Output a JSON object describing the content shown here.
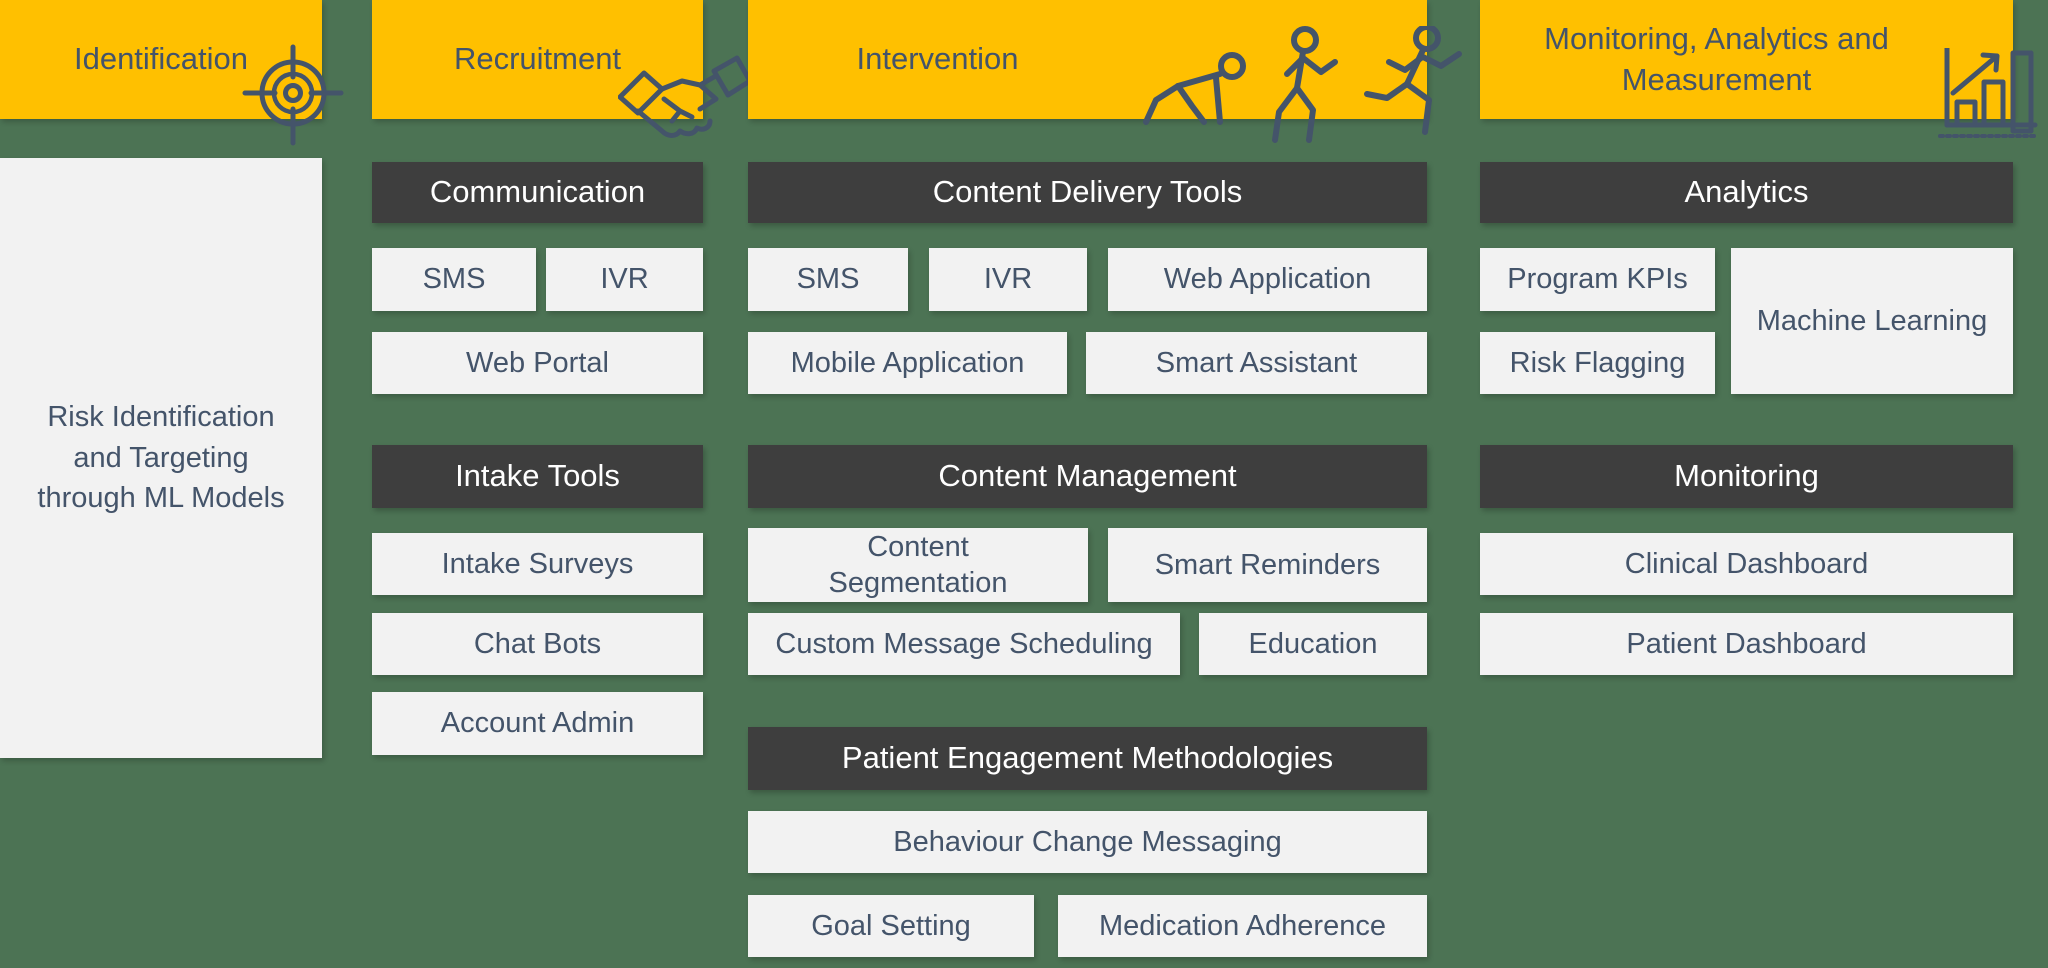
{
  "palette": {
    "background": "#4C7354",
    "phase_header_fill": "#FFC000",
    "section_header_fill": "#3E3E3E",
    "item_fill": "#F2F2F2",
    "phase_text": "#44546A",
    "item_text": "#44546A",
    "section_text": "#FFFFFF",
    "icon_stroke": "#44546A"
  },
  "diagram": {
    "identification": {
      "title": "Identification",
      "icon": "target-icon",
      "risk_box": "Risk Identification\nand Targeting\nthrough ML Models"
    },
    "recruitment": {
      "title": "Recruitment",
      "icon": "handshake-icon",
      "communication": {
        "title": "Communication",
        "sms": "SMS",
        "ivr": "IVR",
        "web_portal": "Web Portal"
      },
      "intake_tools": {
        "title": "Intake Tools",
        "intake_surveys": "Intake Surveys",
        "chat_bots": "Chat Bots",
        "account_admin": "Account Admin"
      }
    },
    "intervention": {
      "title": "Intervention",
      "icon": "athletes-icon",
      "content_delivery_tools": {
        "title": "Content Delivery Tools",
        "sms": "SMS",
        "ivr": "IVR",
        "web_application": "Web Application",
        "mobile_application": "Mobile Application",
        "smart_assistant": "Smart Assistant"
      },
      "content_management": {
        "title": "Content Management",
        "content_segmentation": "Content\nSegmentation",
        "smart_reminders": "Smart Reminders",
        "custom_message_scheduling": "Custom Message Scheduling",
        "education": "Education"
      },
      "patient_engagement_methodologies": {
        "title": "Patient Engagement Methodologies",
        "behaviour_change_messaging": "Behaviour Change Messaging",
        "goal_setting": "Goal Setting",
        "medication_adherence": "Medication Adherence"
      }
    },
    "monitoring_analytics": {
      "title": "Monitoring, Analytics and\nMeasurement",
      "icon": "growth-chart-icon",
      "analytics": {
        "title": "Analytics",
        "program_kpis": "Program KPIs",
        "machine_learning": "Machine Learning",
        "risk_flagging": "Risk Flagging"
      },
      "monitoring": {
        "title": "Monitoring",
        "clinical_dashboard": "Clinical Dashboard",
        "patient_dashboard": "Patient Dashboard"
      }
    }
  }
}
